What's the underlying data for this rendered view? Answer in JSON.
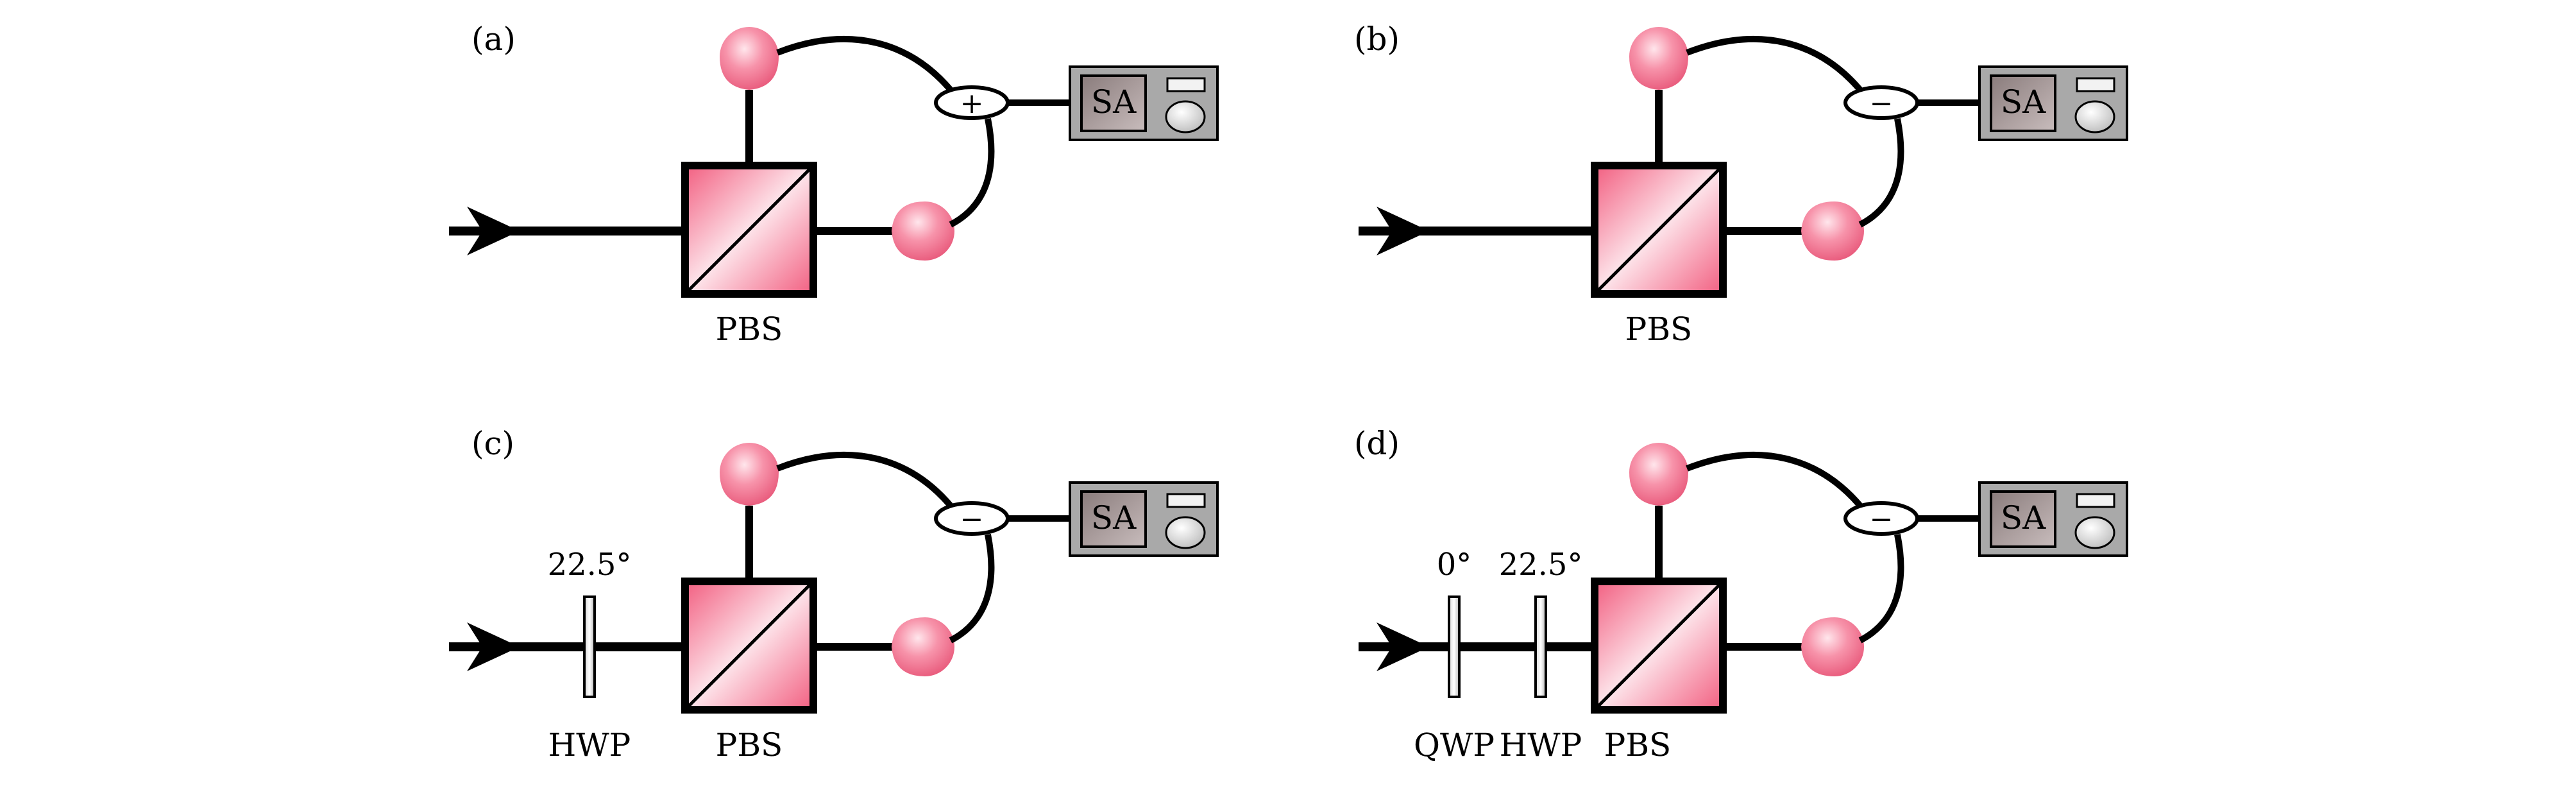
{
  "panels": [
    {
      "label": "(a)",
      "operator": "+",
      "analyzer": "SA",
      "pbs": "PBS",
      "plates": []
    },
    {
      "label": "(b)",
      "operator": "−",
      "analyzer": "SA",
      "pbs": "PBS",
      "plates": []
    },
    {
      "label": "(c)",
      "operator": "−",
      "analyzer": "SA",
      "pbs": "PBS",
      "plates": [
        {
          "name": "HWP",
          "angle": "22.5°"
        }
      ]
    },
    {
      "label": "(d)",
      "operator": "−",
      "analyzer": "SA",
      "pbs": "PBS",
      "plates": [
        {
          "name": "QWP",
          "angle": "0°"
        },
        {
          "name": "HWP",
          "angle": "22.5°"
        }
      ]
    }
  ],
  "colors": {
    "cube": "#f06a88",
    "cube_light": "#fde4ea",
    "detector": "#ef6f8b",
    "analyzer_body": "#a8a8a8",
    "analyzer_screen": "#6e6262",
    "line": "#000000"
  }
}
